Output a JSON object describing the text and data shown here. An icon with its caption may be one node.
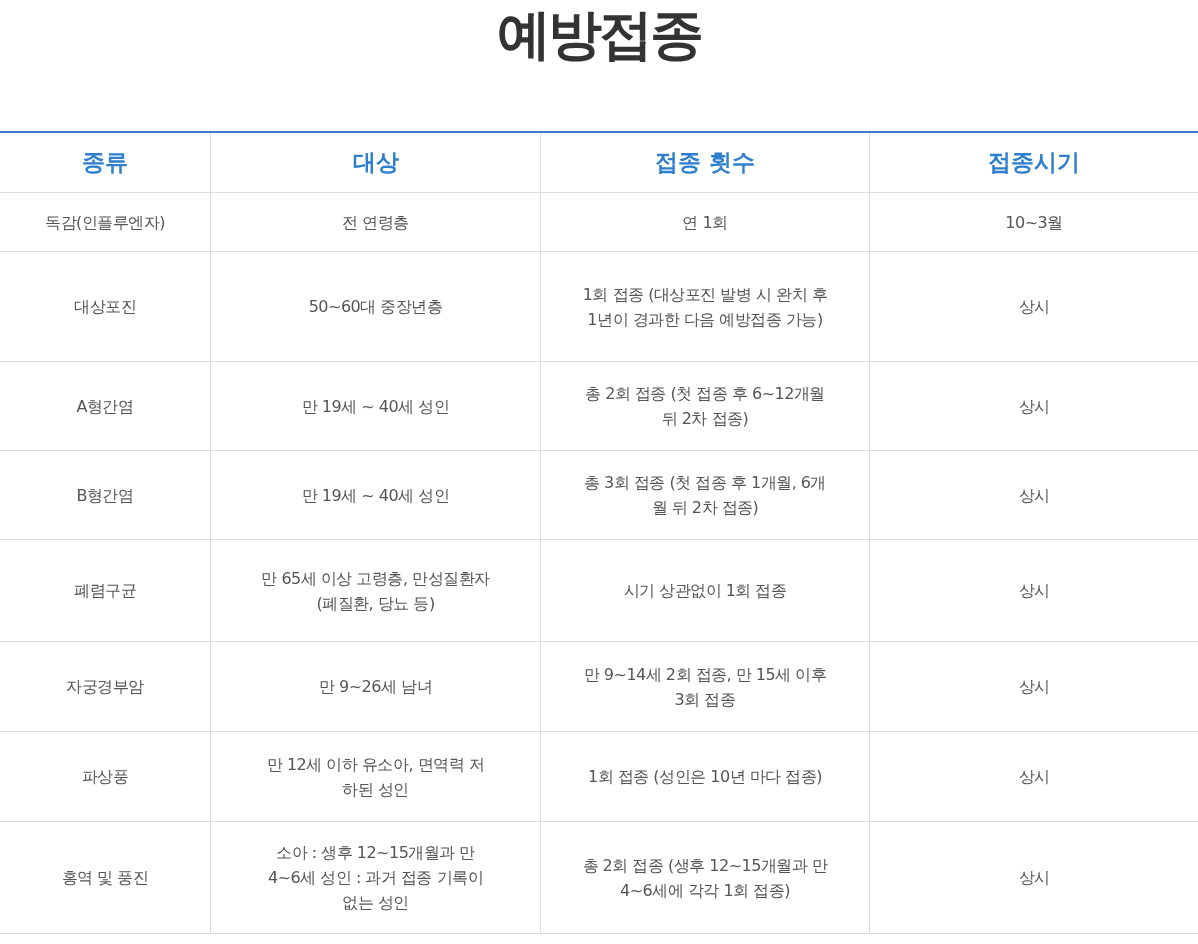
{
  "diagram": {
    "title": "예방접종",
    "labels": [
      "종류",
      "대상",
      "접종 횟수",
      "접종시기",
      "독감(인플루엔자)",
      "전 연령층",
      "연 1회",
      "10~3월",
      "대상포진",
      "50~60대 중장년층",
      "1회 접종 (대상포진 발병 시 완치 후 1년이 경과한 다음 예방접종 가능)",
      "상시",
      "A형간염",
      "만 19세 ~ 40세 성인",
      "총 2회 접종 (첫 접종 후 6~12개월 뒤 2차 접종)",
      "상시",
      "B형간염",
      "만 19세 ~ 40세 성인",
      "총 3회 접종 (첫 접종 후 1개월, 6개월 뒤 2차 접종)",
      "상시",
      "폐렴구균",
      "만 65세 이상 고령층, 만성질환자 (폐질환, 당뇨 등)",
      "시기 상관없이 1회 접종",
      "상시",
      "자궁경부암",
      "만 9~26세 남녀",
      "만 9~14세 2회 접종, 만 15세 이후 3회 접종",
      "상시",
      "파상풍",
      "만 12세 이하 유소아, 면역력 저하된 성인",
      "1회 접종 (성인은 10년 마다 접종)",
      "상시",
      "홍역 및 풍진",
      "소아 : 생후 12~15개월과 만 4~6세 성인 : 과거 접종 기록이 없는 성인",
      "총 2회 접종 (생후 12~15개월과 만 4~6세에 각각 1회 접종)",
      "상시"
    ]
  }
}
